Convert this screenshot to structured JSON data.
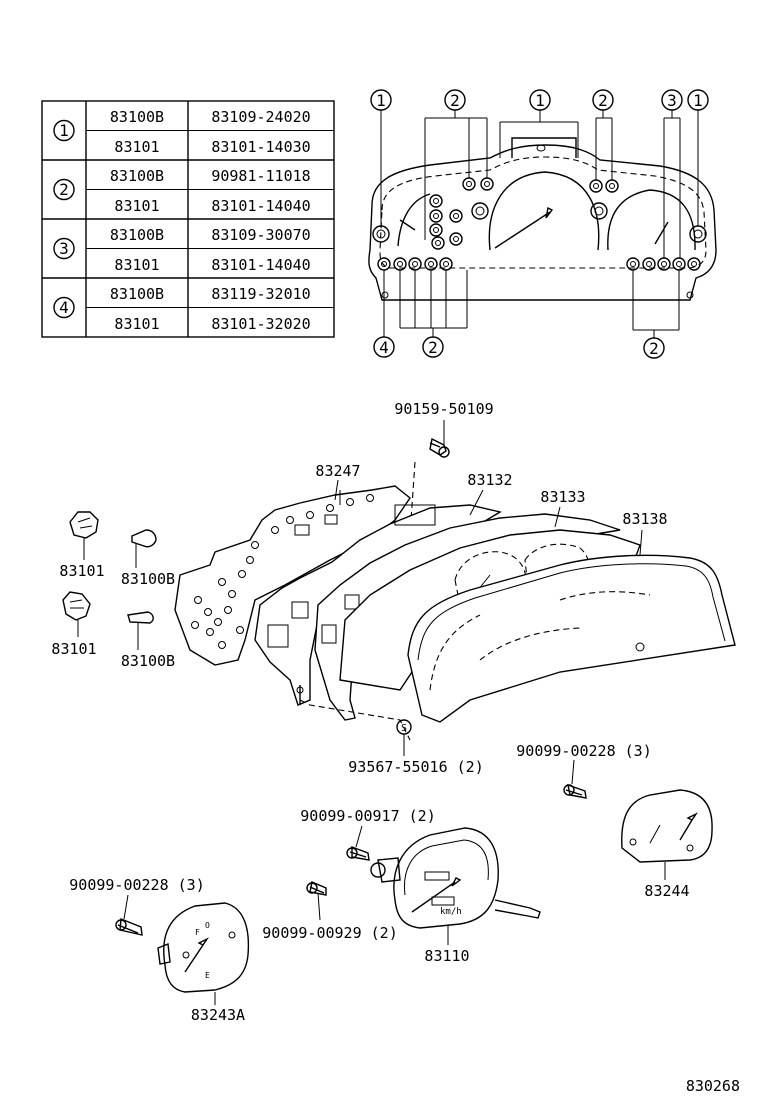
{
  "table": {
    "groups": [
      {
        "index": "1",
        "rows": [
          [
            "83100B",
            "83109-24020"
          ],
          [
            "83101",
            "83101-14030"
          ]
        ]
      },
      {
        "index": "2",
        "rows": [
          [
            "83100B",
            "90981-11018"
          ],
          [
            "83101",
            "83101-14040"
          ]
        ]
      },
      {
        "index": "3",
        "rows": [
          [
            "83100B",
            "83109-30070"
          ],
          [
            "83101",
            "83101-14040"
          ]
        ]
      },
      {
        "index": "4",
        "rows": [
          [
            "83100B",
            "83119-32010"
          ],
          [
            "83101",
            "83101-32020"
          ]
        ]
      }
    ]
  },
  "cluster_callouts": {
    "top": [
      "1",
      "2",
      "1",
      "2",
      "3",
      "1"
    ],
    "bottom": [
      "4",
      "2",
      "2"
    ]
  },
  "parts": {
    "screw_top": "90159-50109",
    "plate": "83247",
    "case": "83132",
    "housing": "83133",
    "lens": "83138",
    "socket_a": "83101",
    "bulb_a": "83100B",
    "socket_b": "83101",
    "bulb_b": "83100B",
    "screw_s": "93567-55016 (2)",
    "screw_right": "90099-00228 (3)",
    "screw_mid": "90099-00917 (2)",
    "gauge_right": "83244",
    "screw_left": "90099-00228 (3)",
    "screw_lower": "90099-00929 (2)",
    "speedometer": "83110",
    "gauge_left": "83243A",
    "s_mark": "S",
    "speedo_unit": "km/h"
  },
  "diagram_code": "830268"
}
